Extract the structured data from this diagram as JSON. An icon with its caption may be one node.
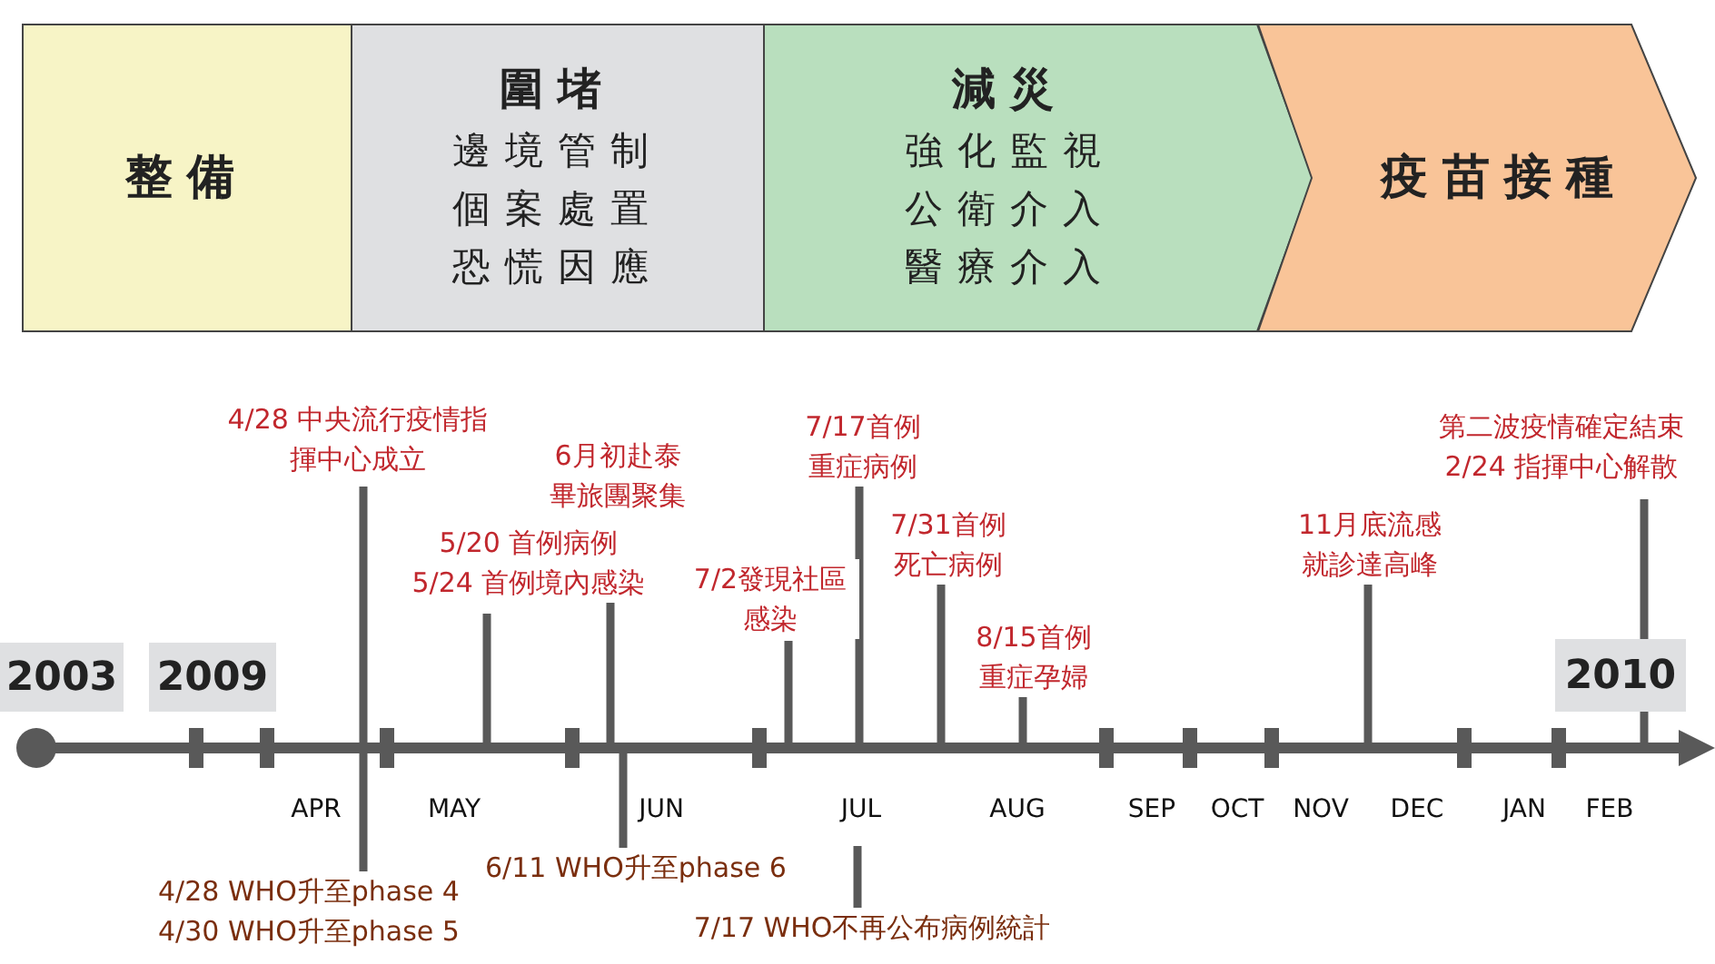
{
  "diagram": {
    "nodes": [
      {
        "text": [
          "整備"
        ]
      },
      {
        "text": [
          "圍堵",
          "邊境管制",
          "個案處置",
          "恐慌因應"
        ]
      },
      {
        "text": [
          "減災",
          "強化監視",
          "公衛介入",
          "醫療介入"
        ]
      },
      {
        "text": [
          "疫苗接種"
        ]
      },
      {
        "text": [
          "2003"
        ]
      },
      {
        "text": [
          "2009"
        ]
      },
      {
        "text": [
          "2010"
        ]
      },
      {
        "text": [
          "4/28 中央流行疫情指揮中心成立"
        ]
      },
      {
        "text": [
          "5/20 首例病例",
          "5/24 首例境內感染"
        ]
      },
      {
        "text": [
          "6月初赴泰畢旅團聚集"
        ]
      },
      {
        "text": [
          "7/2發現社區感染"
        ]
      },
      {
        "text": [
          "7/17首例重症病例"
        ]
      },
      {
        "text": [
          "7/31首例死亡病例"
        ]
      },
      {
        "text": [
          "8/15首例重症孕婦"
        ]
      },
      {
        "text": [
          "11月底流感就診達高峰"
        ]
      },
      {
        "text": [
          "第二波疫情確定結束",
          "2/24 指揮中心解散"
        ]
      },
      {
        "text": [
          "4/28 WHO升至phase 4",
          "4/30 WHO升至phase 5"
        ]
      },
      {
        "text": [
          "6/11 WHO升至phase 6"
        ]
      },
      {
        "text": [
          "7/17 WHO不再公布病例統計"
        ]
      }
    ],
    "edges": [
      {
        "from": 7,
        "to": null,
        "arrow": "none"
      },
      {
        "from": 16,
        "to": null,
        "arrow": "none"
      },
      {
        "from": 8,
        "to": null,
        "arrow": "none"
      },
      {
        "from": 9,
        "to": null,
        "arrow": "none"
      },
      {
        "from": 17,
        "to": null,
        "arrow": "none"
      },
      {
        "from": 10,
        "to": null,
        "arrow": "none"
      },
      {
        "from": 11,
        "to": null,
        "arrow": "none"
      },
      {
        "from": 18,
        "to": null,
        "arrow": "none"
      },
      {
        "from": 12,
        "to": null,
        "arrow": "none"
      },
      {
        "from": 13,
        "to": null,
        "arrow": "none"
      },
      {
        "from": 14,
        "to": null,
        "arrow": "none"
      },
      {
        "from": 15,
        "to": null,
        "arrow": "none"
      }
    ],
    "labels": [
      "APR",
      "MAY",
      "JUN",
      "JUL",
      "AUG",
      "SEP",
      "OCT",
      "NOV",
      "DEC",
      "JAN",
      "FEB"
    ]
  }
}
